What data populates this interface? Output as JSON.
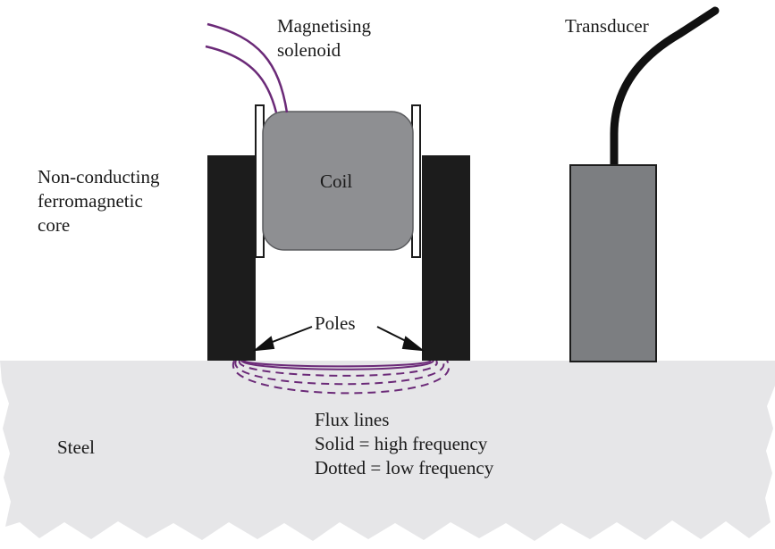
{
  "labels": {
    "magnetising_solenoid": [
      "Magnetising",
      "solenoid"
    ],
    "transducer": "Transducer",
    "core": [
      "Non-conducting",
      "ferromagnetic",
      "core"
    ],
    "coil": "Coil",
    "poles": "Poles",
    "flux_legend": [
      "Flux lines",
      "Solid = high frequency",
      "Dotted = low frequency"
    ],
    "steel": "Steel"
  },
  "colors": {
    "steel": "#e6e6e8",
    "core": "#1c1c1c",
    "coil": "#8e8f92",
    "transducer": "#7c7e81",
    "solenoid_wire": "#6b2a78",
    "flux_lines": "#6b2a78",
    "cable": "#111111"
  }
}
